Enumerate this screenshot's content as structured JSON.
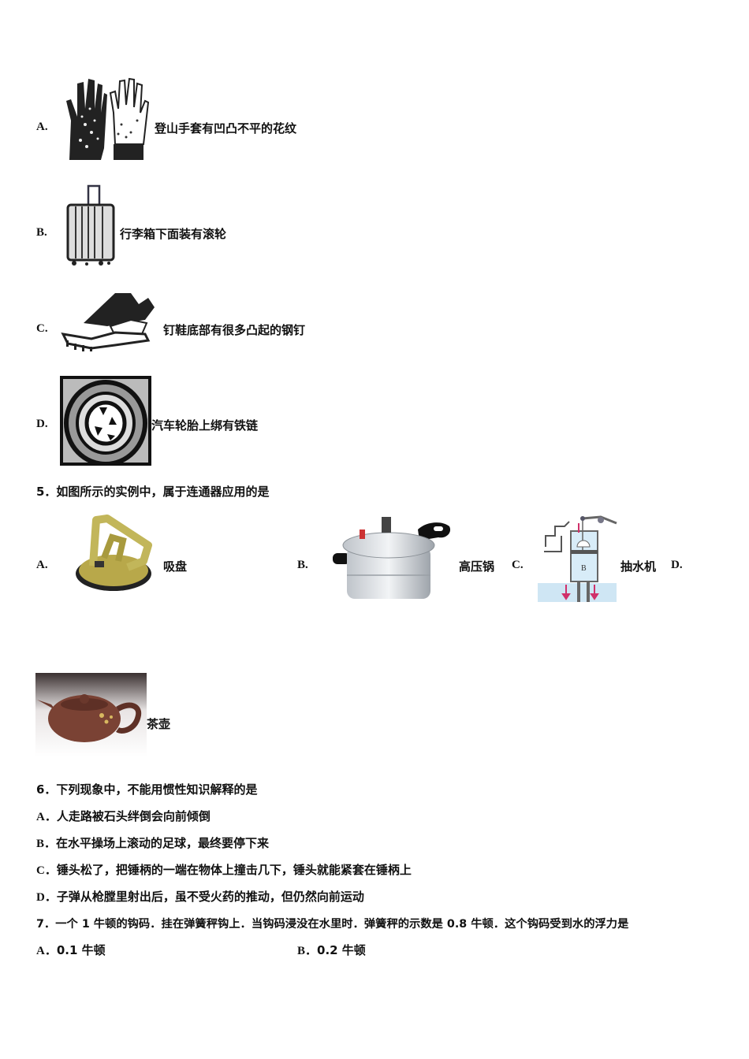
{
  "q4_options": [
    {
      "letter": "A.",
      "text": "登山手套有凹凸不平的花纹",
      "image": "gloves-image"
    },
    {
      "letter": "B.",
      "text": "行李箱下面装有滚轮",
      "image": "suitcase-image"
    },
    {
      "letter": "C.",
      "text": "钉鞋底部有很多凸起的钢钉",
      "image": "spiked-shoe-image"
    },
    {
      "letter": "D.",
      "text": "汽车轮胎上绑有铁链",
      "image": "tire-chain-image"
    }
  ],
  "q5": {
    "stem": "5．如图所示的实例中，属于连通器应用的是",
    "options": [
      {
        "letter": "A.",
        "text": "吸盘"
      },
      {
        "letter": "B.",
        "text": "高压锅"
      },
      {
        "letter": "C.",
        "text": "抽水机"
      },
      {
        "letter": "D.",
        "text": "茶壶"
      }
    ],
    "pump_label": "B"
  },
  "q6": {
    "stem": "6．下列现象中，不能用惯性知识解释的是",
    "options": [
      {
        "letter": "A．",
        "text": "人走路被石头绊倒会向前倾倒"
      },
      {
        "letter": "B．",
        "text": "在水平操场上滚动的足球，最终要停下来"
      },
      {
        "letter": "C．",
        "text": "锤头松了，把锤柄的一端在物体上撞击几下，锤头就能紧套在锤柄上"
      },
      {
        "letter": "D．",
        "text": "子弹从枪膛里射出后，虽不受火药的推动，但仍然向前运动"
      }
    ]
  },
  "q7": {
    "stem": "7．一个 1 牛顿的钩码．挂在弹簧秤钩上．当钩码浸没在水里时．弹簧秤的示数是 0.8 牛顿．这个钩码受到水的浮力是",
    "options": [
      {
        "letter": "A．",
        "text": "0.1 牛顿"
      },
      {
        "letter": "B．",
        "text": "0.2 牛顿"
      }
    ]
  }
}
